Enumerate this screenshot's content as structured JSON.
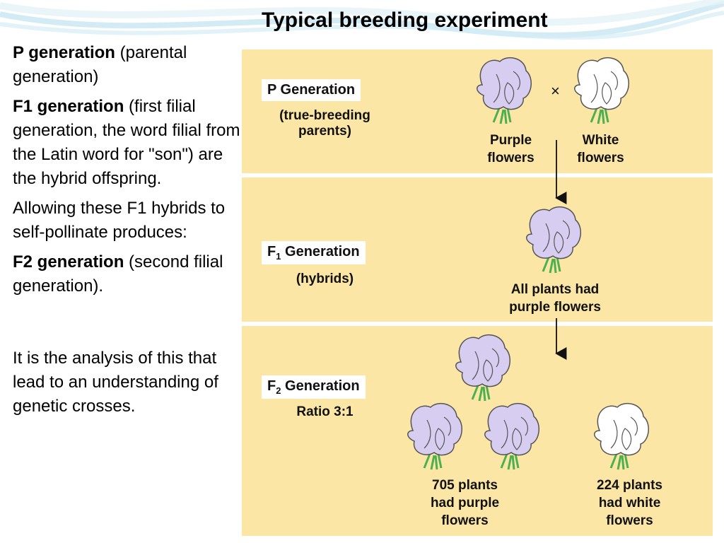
{
  "title": "Typical breeding experiment",
  "left": {
    "p_gen_bold": "P generation",
    "p_gen_rest": " (parental generation)",
    "f1_bold": "F1 generation",
    "f1_rest": " (first filial generation, the word filial from the Latin word for \"son\") are the hybrid offspring.",
    "allowing": "Allowing these F1 hybrids to self-pollinate produces:",
    "f2_bold": "F2 generation",
    "f2_rest": " (second filial generation).",
    "analysis": "It is the analysis of this that lead to an understanding of genetic crosses."
  },
  "diagram": {
    "p": {
      "label": "P Generation",
      "sub_line1": "(true-breeding",
      "sub_line2": "parents)",
      "cross": "×",
      "purple_line1": "Purple",
      "purple_line2": "flowers",
      "white_line1": "White",
      "white_line2": "flowers"
    },
    "f1": {
      "label_main": "F",
      "label_sub": "1",
      "label_rest": " Generation",
      "sub": "(hybrids)",
      "cap_line1": "All plants had",
      "cap_line2": "purple flowers"
    },
    "f2": {
      "label_main": "F",
      "label_sub": "2",
      "label_rest": " Generation",
      "sub": "Ratio 3:1",
      "purple_line1": "705 plants",
      "purple_line2": "had purple",
      "purple_line3": "flowers",
      "white_line1": "224 plants",
      "white_line2": "had white",
      "white_line3": "flowers"
    }
  },
  "colors": {
    "panel": "#fbe6a5",
    "purple_flower": "#d6cdf0",
    "white_flower": "#ffffff",
    "stem": "#4caf50",
    "wave": "#bfe3ef"
  },
  "icons": [
    "purple-flower-icon",
    "white-flower-icon",
    "down-arrow-icon"
  ]
}
